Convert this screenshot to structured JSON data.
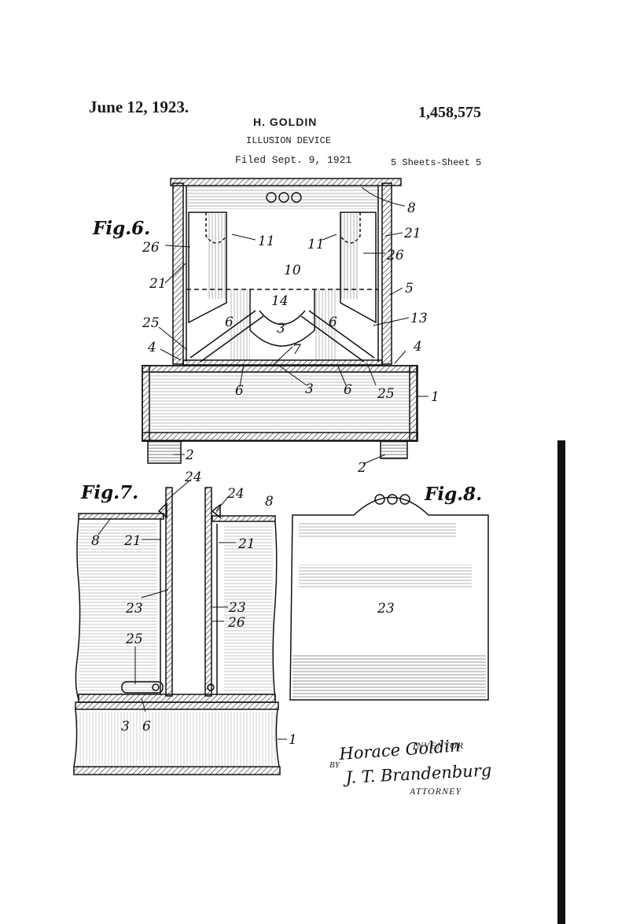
{
  "header": {
    "date": "June 12, 1923.",
    "patent_number": "1,458,575",
    "inventor": "H. GOLDIN",
    "title": "ILLUSION DEVICE",
    "filed": "Filed Sept. 9, 1921",
    "sheets": "5 Sheets-Sheet 5"
  },
  "figures": {
    "fig6": {
      "title": "Fig.6.",
      "labels": {
        "l8": "8",
        "l11a": "11",
        "l11b": "11",
        "l21a": "21",
        "l21b": "21",
        "l26a": "26",
        "l26b": "26",
        "l10": "10",
        "l5": "5",
        "l14": "14",
        "l13": "13",
        "l25a": "25",
        "l25b": "25",
        "l6a": "6",
        "l6b": "6",
        "l6c": "6",
        "l6d": "6",
        "l3a": "3",
        "l3b": "3",
        "l4a": "4",
        "l4b": "4",
        "l7": "7",
        "l1": "1",
        "l2a": "2",
        "l2b": "2"
      }
    },
    "fig7": {
      "title": "Fig.7.",
      "labels": {
        "l24a": "24",
        "l24b": "24",
        "l8a": "8",
        "l8b": "8",
        "l21a": "21",
        "l21b": "21",
        "l23a": "23",
        "l23b": "23",
        "l26": "26",
        "l25": "25",
        "l3": "3",
        "l6": "6",
        "l1": "1"
      }
    },
    "fig8": {
      "title": "Fig.8.",
      "labels": {
        "l23": "23"
      }
    }
  },
  "signatures": {
    "inventor_caption": "INVENTOR",
    "inventor_signature": "Horace Goldin",
    "by": "BY",
    "attorney_signature": "J. T. Brandenburg",
    "attorney_caption": "ATTORNEY"
  }
}
